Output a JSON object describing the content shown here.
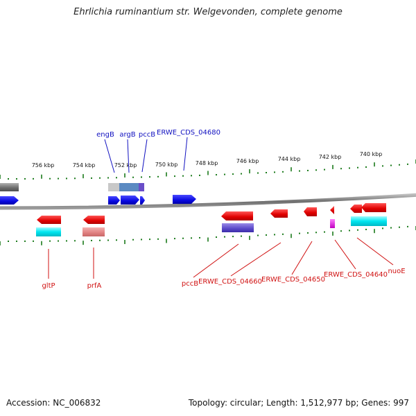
{
  "title": "Ehrlichia ruminantium str. Welgevonden, complete genome",
  "footer": {
    "accession": "Accession: NC_006832",
    "summary": "Topology: circular; Length: 1,512,977 bp; Genes: 997"
  },
  "colors": {
    "forward_cds": "#1010e0",
    "reverse_cds": "#e01818",
    "backbone": "#888888",
    "tick": "#1a7a1a",
    "label_forward": "#1010c0",
    "label_reverse": "#d01010"
  },
  "ticks": {
    "top_labels": [
      "756 kbp",
      "754 kbp",
      "752 kbp",
      "750 kbp",
      "748 kbp",
      "746 kbp",
      "744 kbp",
      "742 kbp",
      "740 kbp"
    ]
  },
  "labels": {
    "forward": [
      "engB",
      "argB",
      "pccB",
      "ERWE_CDS_04680"
    ],
    "reverse": [
      "gltP",
      "prfA",
      "pccB",
      "ERWE_CDS_04660",
      "ERWE_CDS_04650",
      "ERWE_CDS_04640",
      "nuoE"
    ]
  }
}
